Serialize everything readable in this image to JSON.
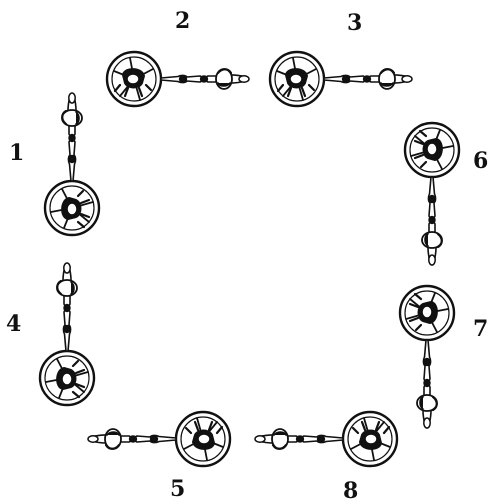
{
  "labels": [
    "1",
    "2",
    "3",
    "4",
    "5",
    "6",
    "7",
    "8"
  ],
  "colors": {
    "ink": "#111111",
    "paper": "#ffffff"
  },
  "figures": [
    {
      "label_index": 0,
      "orientation": "vertical-wheel-bottom"
    },
    {
      "label_index": 1,
      "orientation": "horizontal-wheel-left"
    },
    {
      "label_index": 2,
      "orientation": "horizontal-wheel-left"
    },
    {
      "label_index": 3,
      "orientation": "vertical-wheel-bottom"
    },
    {
      "label_index": 4,
      "orientation": "horizontal-wheel-right"
    },
    {
      "label_index": 5,
      "orientation": "vertical-wheel-top"
    },
    {
      "label_index": 6,
      "orientation": "vertical-wheel-top"
    },
    {
      "label_index": 7,
      "orientation": "horizontal-wheel-right"
    }
  ]
}
